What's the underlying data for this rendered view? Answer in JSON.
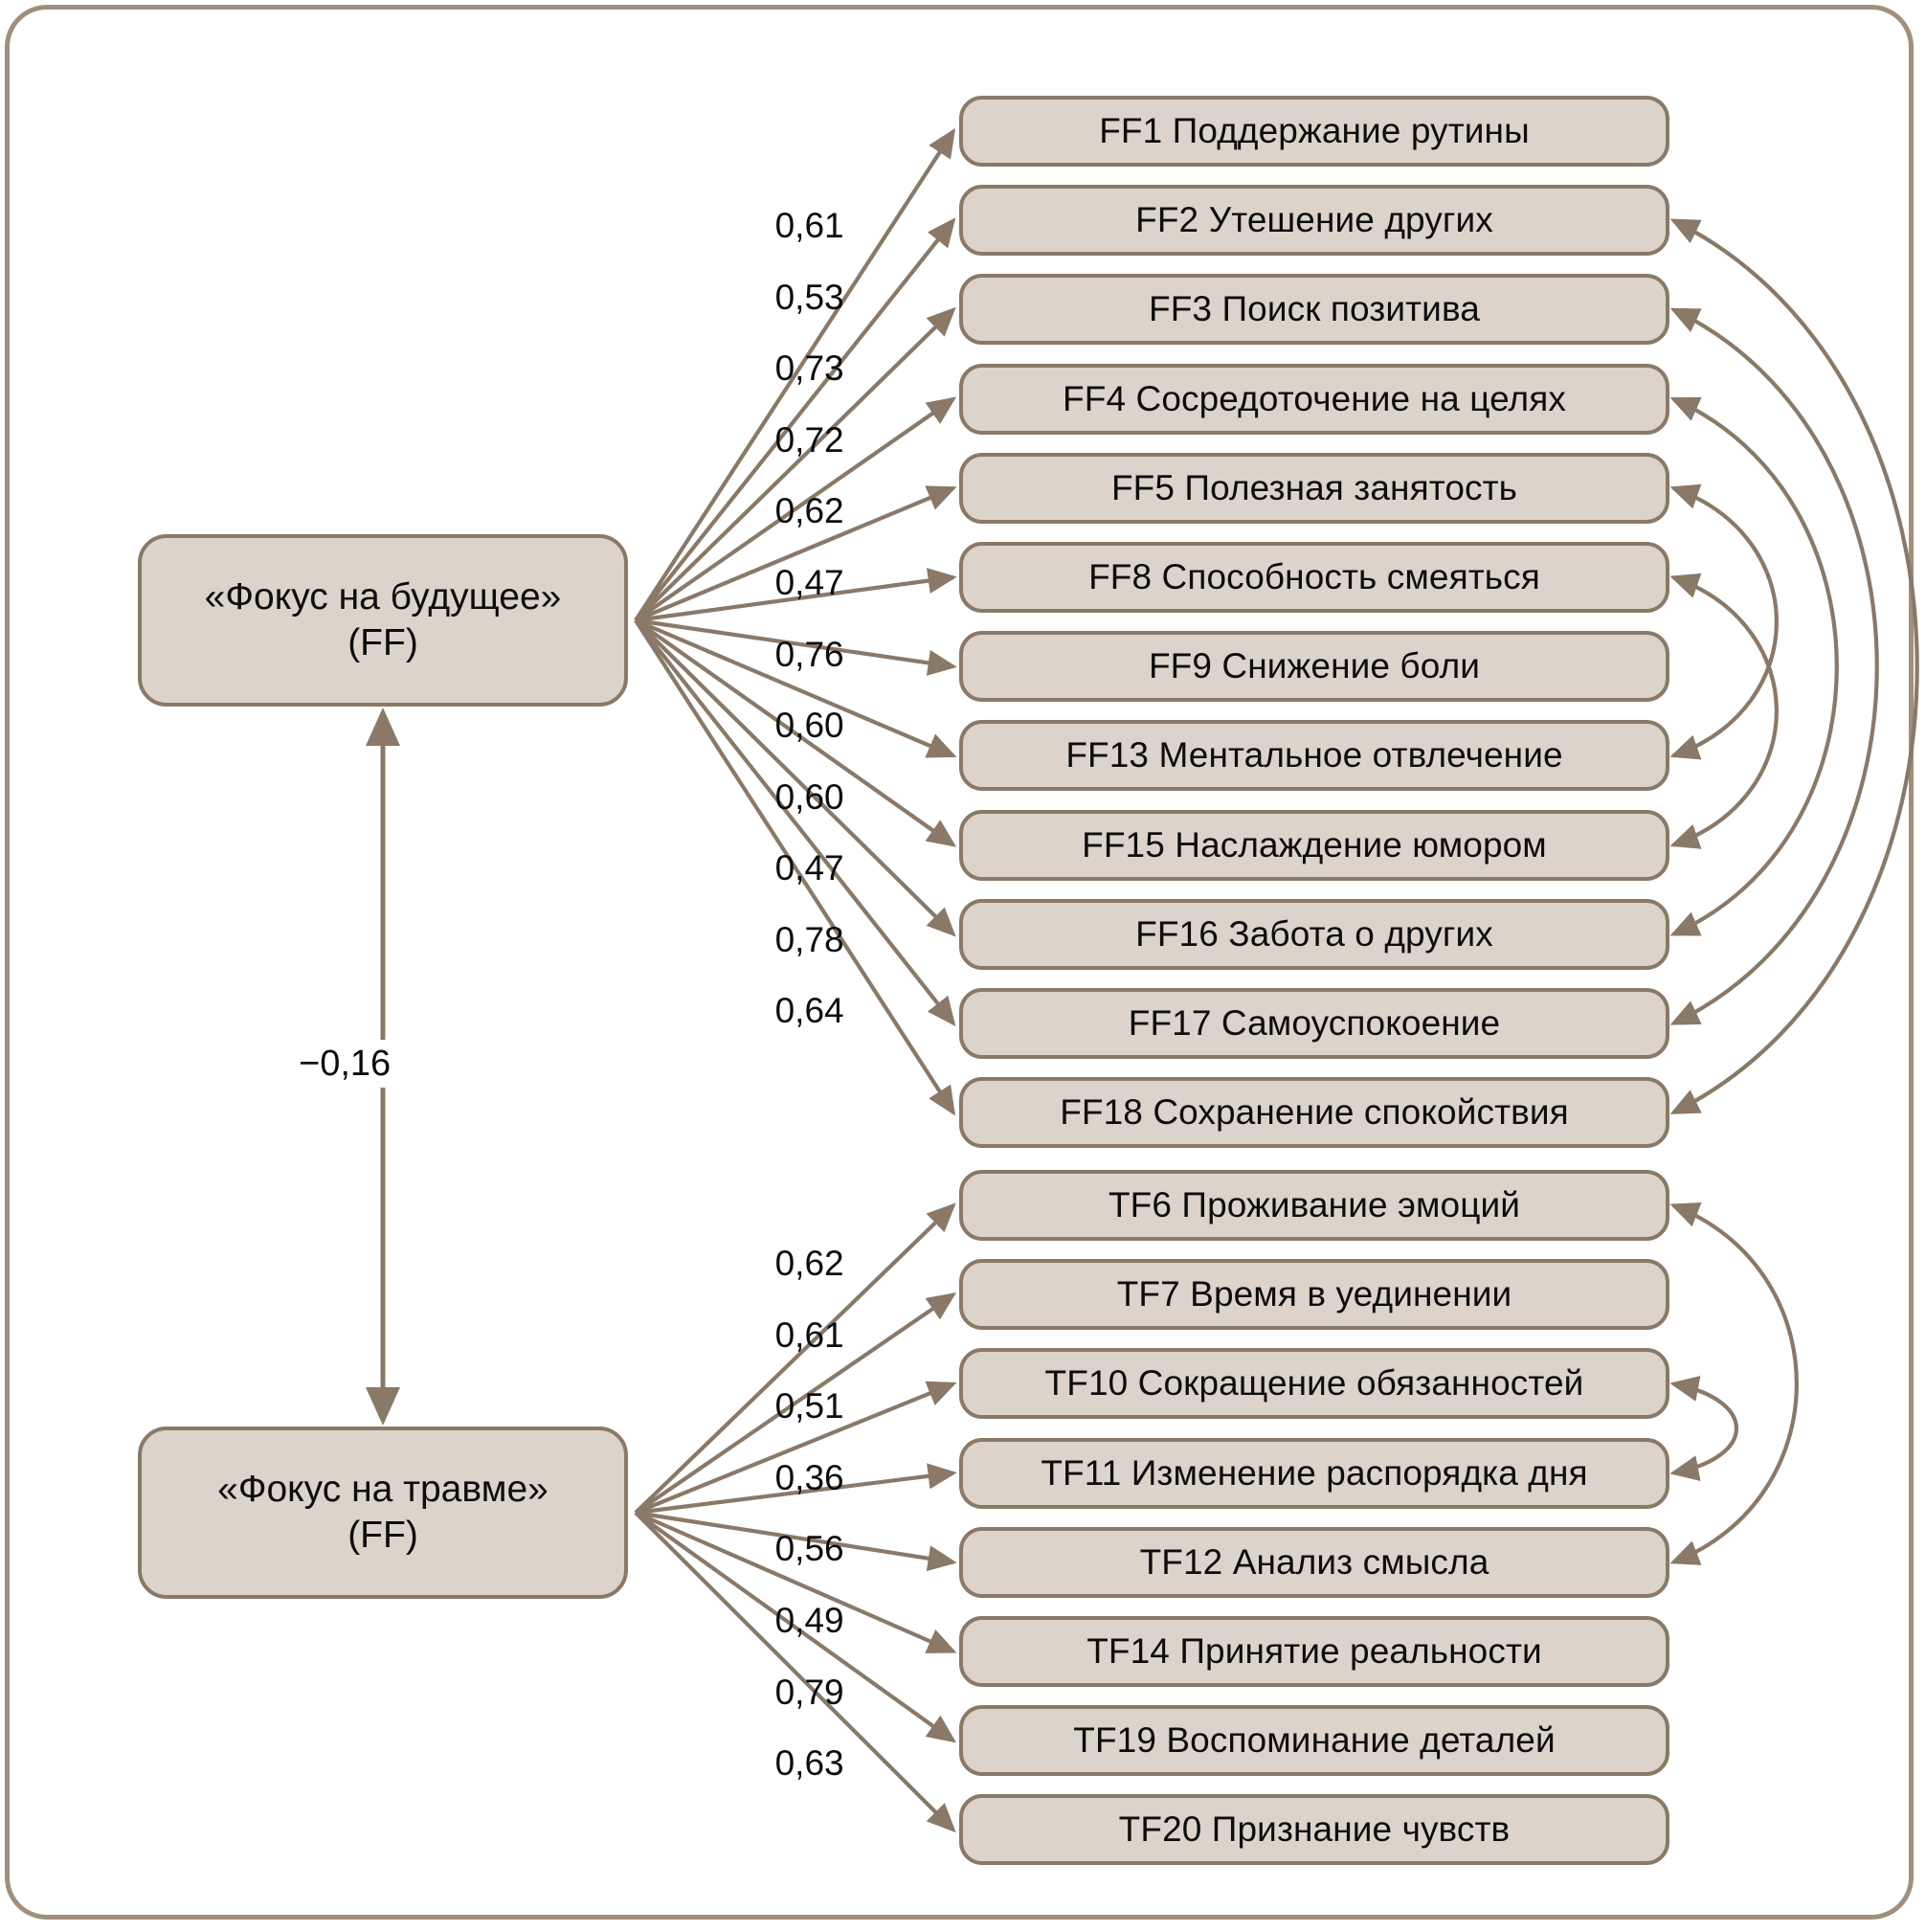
{
  "diagram": {
    "title": "Двухфакторная модель: «Фокус на будущее» и «Фокус на травме»",
    "stroke_color": "#8A7968",
    "node_fill": "#DCD4CA",
    "node_border": "#8A7968",
    "frame_color": "#A18E7D",
    "background": "#FFFFFF"
  },
  "latent_factors": [
    {
      "id": "FF",
      "line1": "«Фокус на будущее»",
      "line2": "(FF)"
    },
    {
      "id": "TF",
      "line1": "«Фокус на травме»",
      "line2": "(FF)"
    }
  ],
  "factor_correlation": {
    "from": "FF",
    "to": "TF",
    "value": "−0,16",
    "bidirectional": true
  },
  "indicators": [
    {
      "code": "FF1",
      "label": "FF1 Поддержание рутины",
      "factor": "FF",
      "loading": "0,61"
    },
    {
      "code": "FF2",
      "label": "FF2 Утешение других",
      "factor": "FF",
      "loading": "0,53"
    },
    {
      "code": "FF3",
      "label": "FF3 Поиск позитива",
      "factor": "FF",
      "loading": "0,73"
    },
    {
      "code": "FF4",
      "label": "FF4 Сосредоточение на целях",
      "factor": "FF",
      "loading": "0,72"
    },
    {
      "code": "FF5",
      "label": "FF5 Полезная занятость",
      "factor": "FF",
      "loading": "0,62"
    },
    {
      "code": "FF8",
      "label": "FF8 Способность смеяться",
      "factor": "FF",
      "loading": "0,47"
    },
    {
      "code": "FF9",
      "label": "FF9 Снижение боли",
      "factor": "FF",
      "loading": "0,76"
    },
    {
      "code": "FF13",
      "label": "FF13 Ментальное отвлечение",
      "factor": "FF",
      "loading": "0,60"
    },
    {
      "code": "FF15",
      "label": "FF15 Наслаждение юмором",
      "factor": "FF",
      "loading": "0,60"
    },
    {
      "code": "FF16",
      "label": "FF16 Забота о других",
      "factor": "FF",
      "loading": "0,47"
    },
    {
      "code": "FF17",
      "label": "FF17 Самоуспокоение",
      "factor": "FF",
      "loading": "0,78"
    },
    {
      "code": "FF18",
      "label": "FF18 Сохранение спокойствия",
      "factor": "FF",
      "loading": "0,64"
    },
    {
      "code": "TF6",
      "label": "TF6 Проживание эмоций",
      "factor": "TF",
      "loading": "0,62"
    },
    {
      "code": "TF7",
      "label": "TF7 Время в уединении",
      "factor": "TF",
      "loading": "0,61"
    },
    {
      "code": "TF10",
      "label": "TF10 Сокращение обязанностей",
      "factor": "TF",
      "loading": "0,51"
    },
    {
      "code": "TF11",
      "label": "TF11 Изменение распорядка дня",
      "factor": "TF",
      "loading": "0,36"
    },
    {
      "code": "TF12",
      "label": "TF12 Анализ смысла",
      "factor": "TF",
      "loading": "0,56"
    },
    {
      "code": "TF14",
      "label": "TF14 Принятие реальности",
      "factor": "TF",
      "loading": "0,49"
    },
    {
      "code": "TF19",
      "label": "TF19 Воспоминание деталей",
      "factor": "TF",
      "loading": "0,79"
    },
    {
      "code": "TF20",
      "label": "TF20 Признание чувств",
      "factor": "TF",
      "loading": "0,63"
    }
  ],
  "residual_correlations": [
    {
      "from": "FF2",
      "to": "FF18"
    },
    {
      "from": "FF3",
      "to": "FF17"
    },
    {
      "from": "FF4",
      "to": "FF16"
    },
    {
      "from": "FF5",
      "to": "FF13"
    },
    {
      "from": "FF8",
      "to": "FF15"
    },
    {
      "from": "TF6",
      "to": "TF12"
    },
    {
      "from": "TF10",
      "to": "TF11"
    }
  ]
}
